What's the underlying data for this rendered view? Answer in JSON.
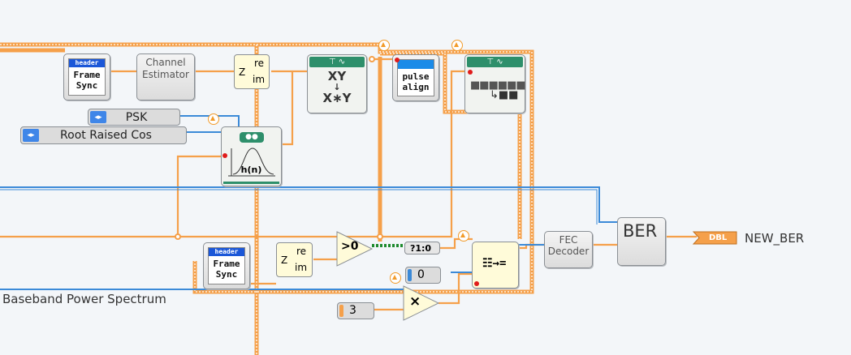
{
  "channel_estimator": {
    "line1": "Channel",
    "line2": "Estimator"
  },
  "frame_sync_top": {
    "header": "header",
    "line1": "Frame",
    "line2": "Sync"
  },
  "frame_sync_bottom": {
    "header": "header",
    "line1": "Frame",
    "line2": "Sync"
  },
  "complex_top": {
    "z": "Z",
    "re": "re",
    "im": "im"
  },
  "complex_bottom": {
    "z": "Z",
    "re": "re",
    "im": "im"
  },
  "xy_node": {
    "line1": "XY",
    "line2": "↓",
    "line3": "X∗Y"
  },
  "pulse_align": {
    "line1": "pulse",
    "line2": "align"
  },
  "filter_node": {
    "label": "h(n)"
  },
  "psk_control": {
    "value": "PSK"
  },
  "rrc_control": {
    "value": "Root Raised Cos"
  },
  "compare_node": {
    "label": ">0"
  },
  "bool_convert": {
    "label": "?1:0"
  },
  "const_zero": {
    "value": "0"
  },
  "const_three": {
    "value": "3"
  },
  "multiply": {
    "label": "×"
  },
  "fec_decoder": {
    "line1": "FEC",
    "line2": "Decoder"
  },
  "ber_node": {
    "label": "BER"
  },
  "indicator": {
    "type": "DBL",
    "name": "NEW_BER"
  },
  "spectrum_label": "Baseband Power Spectrum",
  "colors": {
    "wire_orange": "#f5a04a",
    "wire_blue": "#3b8ad8",
    "wire_green": "#1e8a2e",
    "header_blue": "#1b57d8"
  }
}
